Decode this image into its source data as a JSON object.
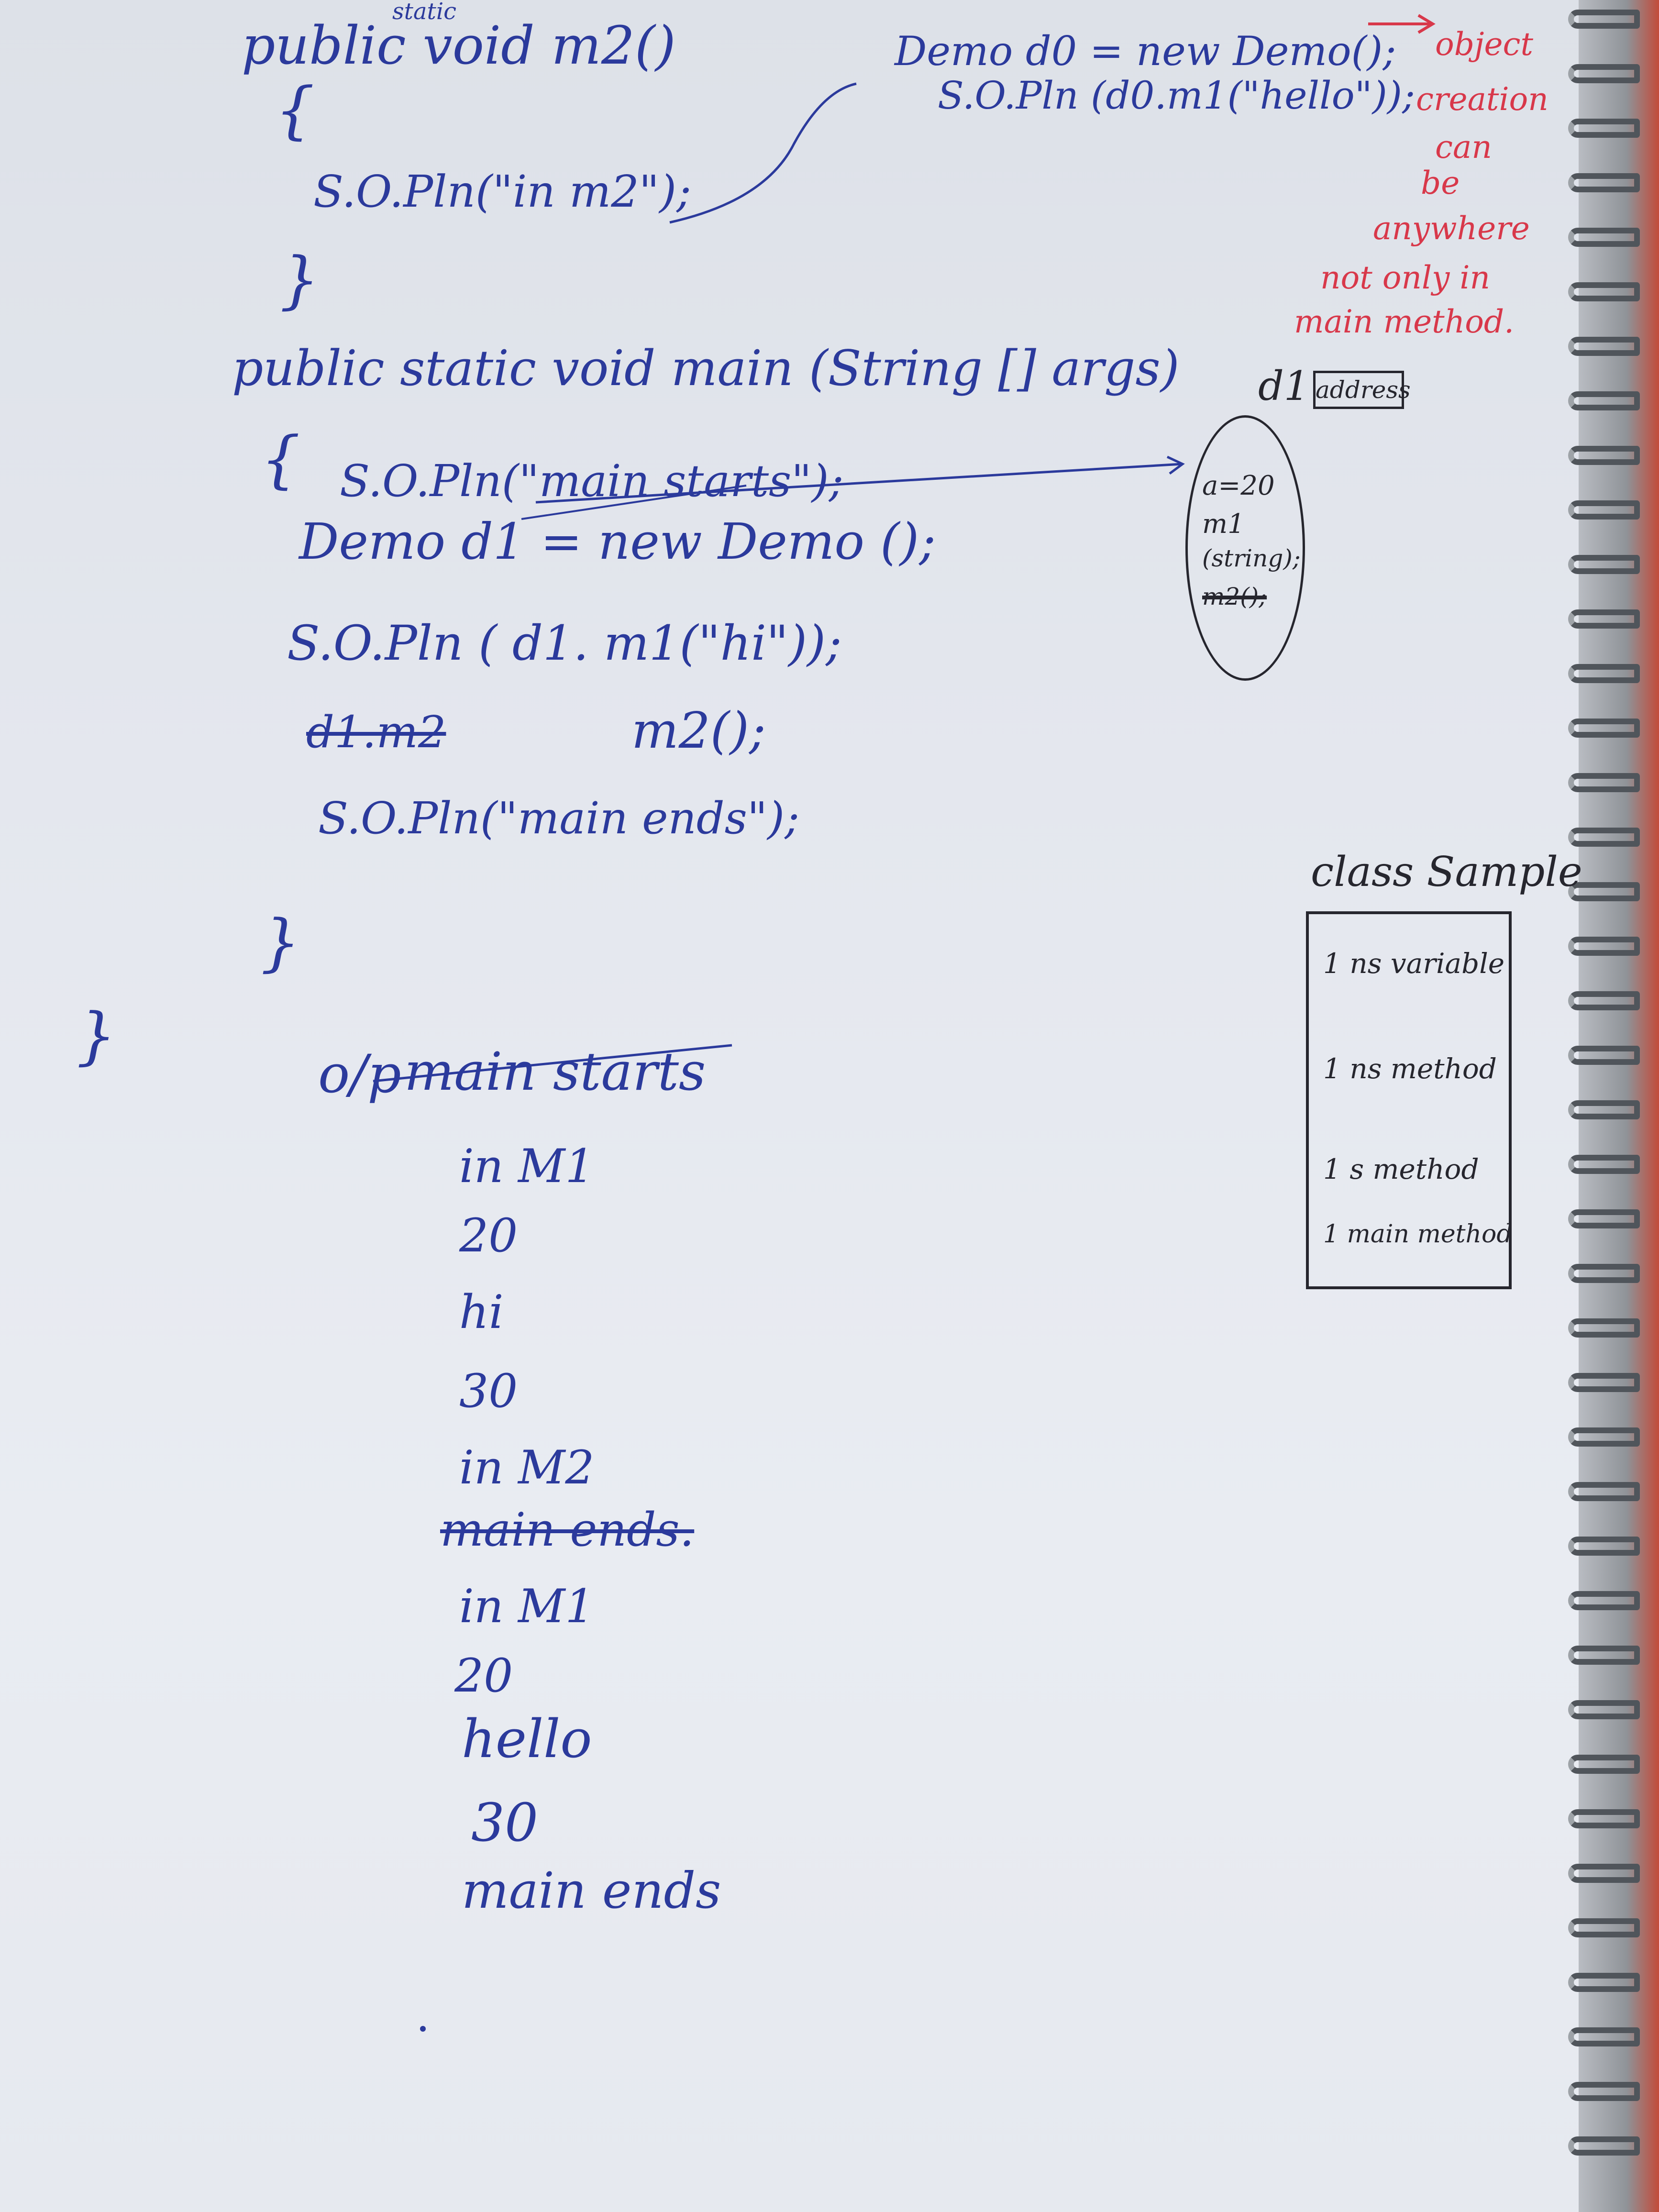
{
  "code": {
    "m2_signature": "public void m2()",
    "m2_static_note": "static",
    "m2_open": "{",
    "m2_body": "S.O.Pln(\"in m2\");",
    "m2_close": "}",
    "main_signature": "public static void main (String [] args)",
    "main_open": "{",
    "line_main_starts": "S.O.Pln(\"main starts\");",
    "line_new_demo": "Demo d1 = new Demo ();",
    "line_call_m1": "S.O.Pln ( d1. m1(\"hi\"));",
    "line_call_m2_struck": "d1.m2",
    "line_call_m2": "m2();",
    "line_main_ends": "S.O.Pln(\"main ends\");",
    "main_close": "}",
    "class_close": "}"
  },
  "side_code": {
    "line1": "Demo d0 = new Demo();",
    "line2": "S.O.Pln (d0.m1(\"hello\"));"
  },
  "red_note": [
    "object",
    "creation",
    "can",
    "be",
    "anywhere",
    "not only in",
    "main method."
  ],
  "memory": {
    "ref_label": "d1",
    "address_label": "address",
    "items": [
      "a=20",
      "m1",
      "(string);",
      "m2();"
    ]
  },
  "class_sample": {
    "title": "class Sample",
    "items": [
      "1 ns variable",
      "1 ns method",
      "1 s method",
      "1 main method"
    ]
  },
  "output": {
    "label": "o/p",
    "lines": [
      "main starts",
      "in M1",
      "20",
      "hi",
      "30",
      "in M2",
      "main ends.",
      "in M1",
      "20",
      "hello",
      "30",
      "main ends"
    ],
    "struck_index": 6
  }
}
